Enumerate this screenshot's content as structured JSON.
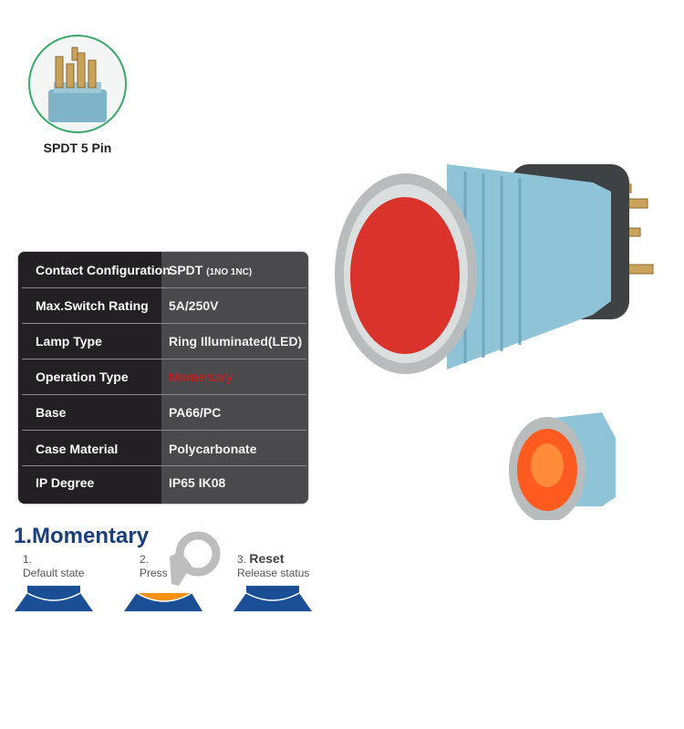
{
  "pin_badge": {
    "label": "SPDT 5 Pin"
  },
  "specs": [
    {
      "key": "Contact Configuration",
      "value": "SPDT",
      "value_note": "(1NO 1NC)"
    },
    {
      "key": "Max.Switch Rating",
      "value": "5A/250V"
    },
    {
      "key": "Lamp Type",
      "value": "Ring Illuminated(LED)"
    },
    {
      "key": "Operation Type",
      "value": "Momentary",
      "highlight": "#e0141c"
    },
    {
      "key": "Base",
      "value": "PA66/PC"
    },
    {
      "key": "Case Material",
      "value": "Polycarbonate"
    },
    {
      "key": "IP Degree",
      "value": "IP65 IK08"
    }
  ],
  "momentary": {
    "title": "1.Momentary",
    "steps": [
      {
        "num": "1.",
        "label": "Default state"
      },
      {
        "num": "2.",
        "label": "Press"
      },
      {
        "num": "3.",
        "bold": "Reset",
        "label": "Release status"
      }
    ]
  },
  "colors": {
    "accent_blue": "#1b4f95",
    "press_orange": "#f39213",
    "button_red": "#d9332b",
    "body_blue": "#8ec3d8"
  }
}
